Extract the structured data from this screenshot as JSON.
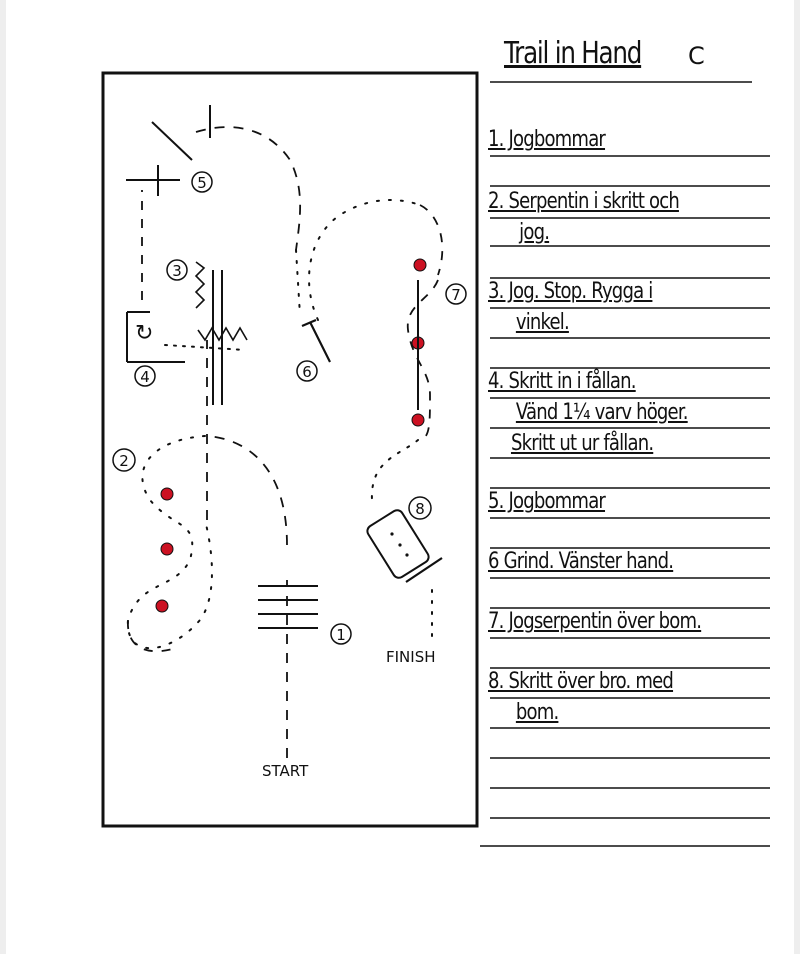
{
  "title": "Trail in Hand",
  "variant": "C",
  "instructions": [
    {
      "lines": [
        "1. Jogbommar"
      ]
    },
    {
      "lines": [
        "2. Serpentin i skritt och",
        "jog."
      ]
    },
    {
      "lines": [
        "3. Jog. Stop. Rygga i",
        "vinkel."
      ]
    },
    {
      "lines": [
        "4. Skritt in i fållan.",
        "Vänd 1¼ varv höger.",
        "Skritt ut ur fållan."
      ]
    },
    {
      "lines": [
        "5. Jogbommar"
      ]
    },
    {
      "lines": [
        "6 Grind. Vänster hand."
      ]
    },
    {
      "lines": [
        "7. Jogserpentin över bom."
      ]
    },
    {
      "lines": [
        "8. Skritt över bro. med",
        "bom."
      ]
    }
  ],
  "course": {
    "start_label": "START",
    "finish_label": "FINISH",
    "markers": [
      "1",
      "2",
      "3",
      "4",
      "5",
      "6",
      "7",
      "8"
    ],
    "turn_marker": "↻"
  },
  "colors": {
    "ink": "#111111",
    "cone": "#cc1122"
  }
}
